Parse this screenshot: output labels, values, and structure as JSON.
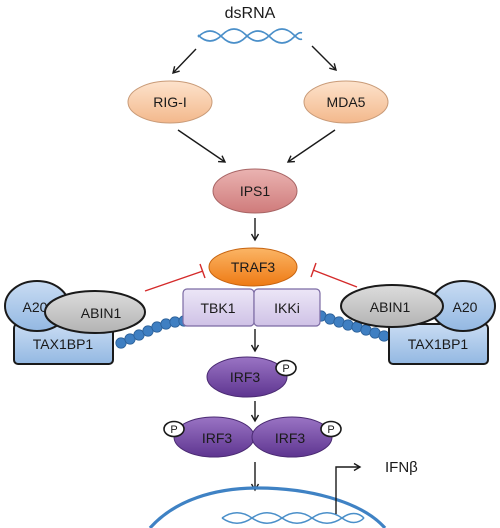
{
  "nodes": {
    "dsrna": "dsRNA",
    "rig_i": "RIG-I",
    "mda5": "MDA5",
    "ips1": "IPS1",
    "traf3": "TRAF3",
    "tbk1": "TBK1",
    "ikki": "IKKi",
    "a20_left": "A20",
    "abin1_left": "ABIN1",
    "tax1bp1_left": "TAX1BP1",
    "a20_right": "A20",
    "abin1_right": "ABIN1",
    "tax1bp1_right": "TAX1BP1",
    "irf3_single": "IRF3",
    "irf3_dimer_left": "IRF3",
    "irf3_dimer_right": "IRF3",
    "phospho_1": "P",
    "phospho_2": "P",
    "phospho_3": "P",
    "ifnb": "IFNβ"
  },
  "colors": {
    "rna_strand": "#4a8fc9",
    "peach": "#f7c9a1",
    "ips1": "#d98b8b",
    "traf3": "#f58a1f",
    "kinase": "#ddd3ef",
    "adaptor_blue": "#a9c8ea",
    "abin1_gray": "#c4c4c4",
    "irf3_purple": "#7a4aa8",
    "bead_blue": "#3f7fc2",
    "inhibition_red": "#d42a2a",
    "nucleus": "#3f82c4"
  }
}
